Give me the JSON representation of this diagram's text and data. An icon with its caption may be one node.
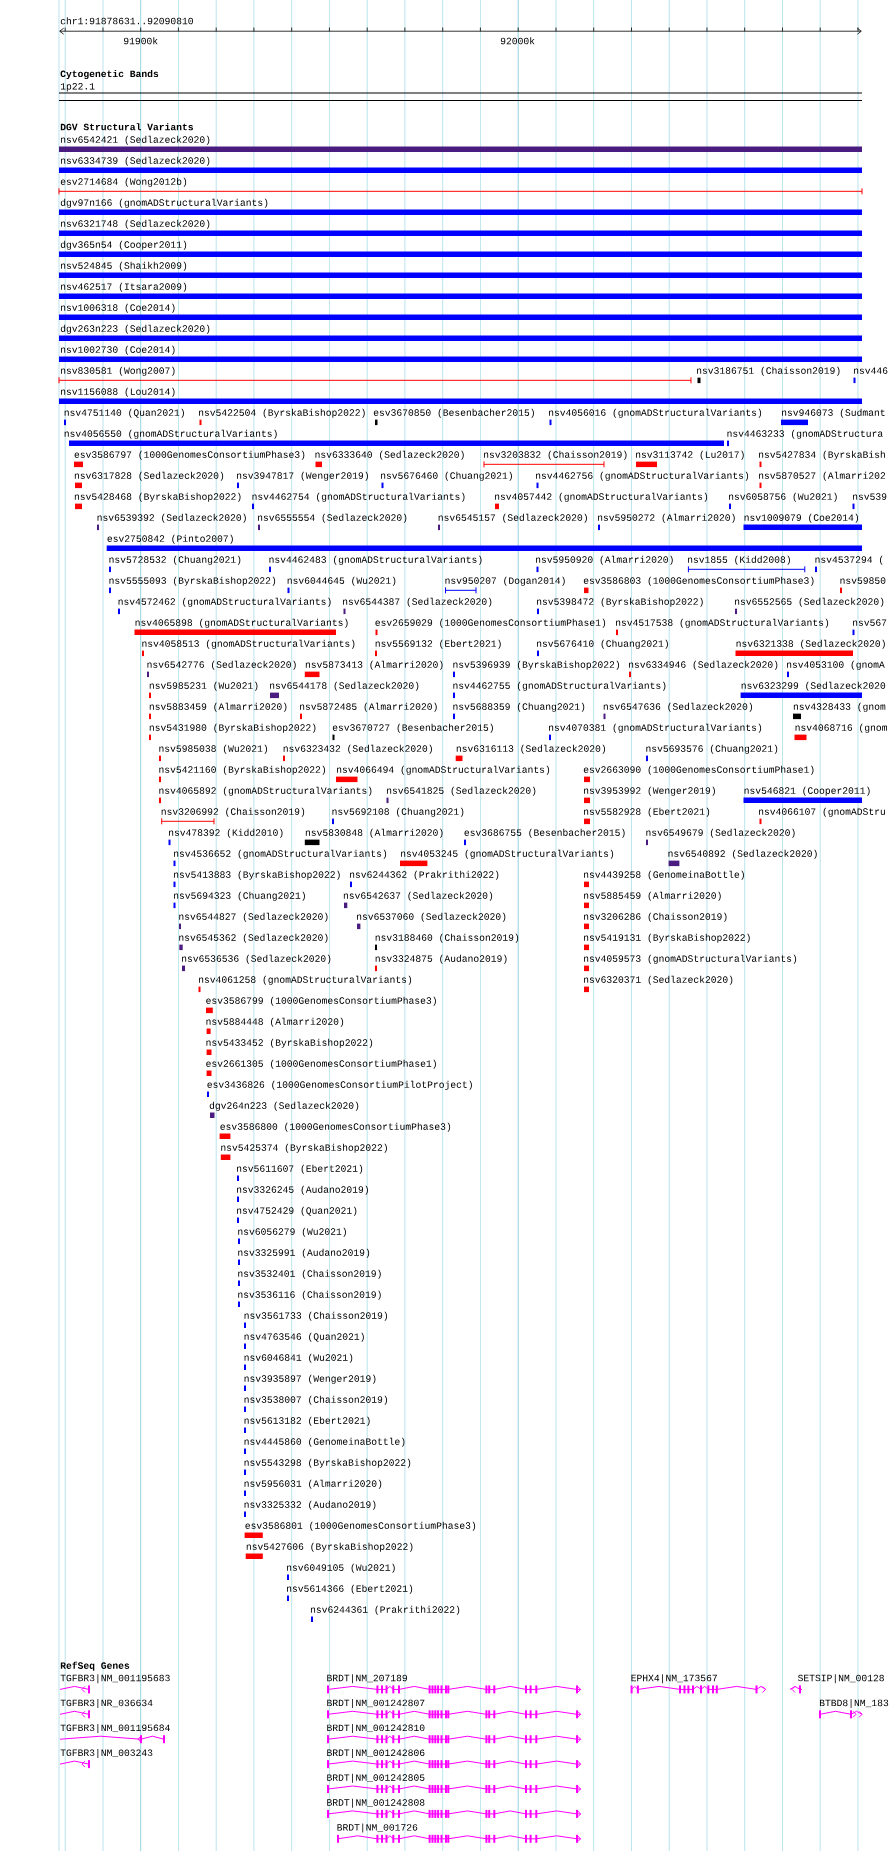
{
  "diagram": {
    "nodes": [
      {
        "text": [
          "nsv6542421 (Sedlazeck2020)"
        ]
      },
      {
        "text": [
          "nsv6334739 (Sedlazeck2020)"
        ]
      },
      {
        "text": [
          "esv2714684 (Wong2012b)"
        ]
      },
      {
        "text": [
          "dgv97n166 (gnomADStructuralVariants)"
        ]
      },
      {
        "text": [
          "nsv6321748 (Sedlazeck2020)"
        ]
      },
      {
        "text": [
          "dgv365n54 (Cooper2011)"
        ]
      },
      {
        "text": [
          "nsv524845 (Shaikh2009)"
        ]
      },
      {
        "text": [
          "nsv462517 (Itsara2009)"
        ]
      },
      {
        "text": [
          "nsv1006318 (Coe2014)"
        ]
      },
      {
        "text": [
          "dgv263n223 (Sedlazeck2020)"
        ]
      },
      {
        "text": [
          "nsv1002730 (Coe2014)"
        ]
      },
      {
        "text": [
          "nsv830581 (Wong2007)"
        ]
      },
      {
        "text": [
          "nsv3186751 (Chaisson2019)"
        ]
      },
      {
        "text": [
          "nsv446"
        ]
      },
      {
        "text": [
          "nsv1156088 (Lou2014)"
        ]
      },
      {
        "text": [
          "nsv4751140 (Quan2021)"
        ]
      },
      {
        "text": [
          "nsv5422504 (ByrskaBishop2022)"
        ]
      },
      {
        "text": [
          "esv3670850 (Besenbacher2015)"
        ]
      },
      {
        "text": [
          "nsv4056016 (gnomADStructuralVariants)"
        ]
      },
      {
        "text": [
          "nsv946073 (Sudmant"
        ]
      },
      {
        "text": [
          "nsv4056550 (gnomADStructuralVariants)"
        ]
      },
      {
        "text": [
          "nsv4463233 (gnomADStructura"
        ]
      },
      {
        "text": [
          "esv3586797 (1000GenomesConsortiumPhase3)"
        ]
      },
      {
        "text": [
          "nsv6333640 (Sedlazeck2020)"
        ]
      },
      {
        "text": [
          "nsv3203832 (Chaisson2019)"
        ]
      },
      {
        "text": [
          "nsv3113742 (Lu2017)"
        ]
      },
      {
        "text": [
          "nsv5427834 (ByrskaBish"
        ]
      },
      {
        "text": [
          "nsv6317828 (Sedlazeck2020)"
        ]
      },
      {
        "text": [
          "nsv3947817 (Wenger2019)"
        ]
      },
      {
        "text": [
          "nsv5676460 (Chuang2021)"
        ]
      },
      {
        "text": [
          "nsv4462756 (gnomADStructuralVariants)"
        ]
      },
      {
        "text": [
          "nsv5870527 (Almarri202"
        ]
      },
      {
        "text": [
          "nsv5428468 (ByrskaBishop2022)"
        ]
      },
      {
        "text": [
          "nsv4462754 (gnomADStructuralVariants)"
        ]
      },
      {
        "text": [
          "nsv4057442 (gnomADStructuralVariants)"
        ]
      },
      {
        "text": [
          "nsv6058756 (Wu2021)"
        ]
      },
      {
        "text": [
          "nsv539"
        ]
      },
      {
        "text": [
          "nsv6539392 (Sedlazeck2020)"
        ]
      },
      {
        "text": [
          "nsv6555554 (Sedlazeck2020)"
        ]
      },
      {
        "text": [
          "nsv6545157 (Sedlazeck2020)"
        ]
      },
      {
        "text": [
          "nsv5950272 (Almarri2020)"
        ]
      },
      {
        "text": [
          "nsv1009079 (Coe2014)"
        ]
      },
      {
        "text": [
          "esv2750842 (Pinto2007)"
        ]
      },
      {
        "text": [
          "nsv5728532 (Chuang2021)"
        ]
      },
      {
        "text": [
          "nsv4462483 (gnomADStructuralVariants)"
        ]
      },
      {
        "text": [
          "nsv5950920 (Almarri2020)"
        ]
      },
      {
        "text": [
          "nsv1855 (Kidd2008)"
        ]
      },
      {
        "text": [
          "nsv4537294 ("
        ]
      },
      {
        "text": [
          "nsv5555093 (ByrskaBishop2022)"
        ]
      },
      {
        "text": [
          "nsv6044645 (Wu2021)"
        ]
      },
      {
        "text": [
          "nsv950207 (Dogan2014)"
        ]
      },
      {
        "text": [
          "esv3586803 (1000GenomesConsortiumPhase3)"
        ]
      },
      {
        "text": [
          "nsv59850"
        ]
      },
      {
        "text": [
          "nsv4572462 (gnomADStructuralVariants)"
        ]
      },
      {
        "text": [
          "nsv6544387 (Sedlazeck2020)"
        ]
      },
      {
        "text": [
          "nsv5398472 (ByrskaBishop2022)"
        ]
      },
      {
        "text": [
          "nsv6552565 (Sedlazeck2020)"
        ]
      },
      {
        "text": [
          "nsv4065898 (gnomADStructuralVariants)"
        ]
      },
      {
        "text": [
          "esv2659029 (1000GenomesConsortiumPhase1)"
        ]
      },
      {
        "text": [
          "nsv4517538 (gnomADStructuralVariants)"
        ]
      },
      {
        "text": [
          "nsv567"
        ]
      },
      {
        "text": [
          "nsv4058513 (gnomADStructuralVariants)"
        ]
      },
      {
        "text": [
          "nsv5569132 (Ebert2021)"
        ]
      },
      {
        "text": [
          "nsv5676410 (Chuang2021)"
        ]
      },
      {
        "text": [
          "nsv6321338 (Sedlazeck2020)"
        ]
      },
      {
        "text": [
          "nsv6542776 (Sedlazeck2020)"
        ]
      },
      {
        "text": [
          "nsv5873413 (Almarri2020)"
        ]
      },
      {
        "text": [
          "nsv5396939 (ByrskaBishop2022)"
        ]
      },
      {
        "text": [
          "nsv6334946 (Sedlazeck2020)"
        ]
      },
      {
        "text": [
          "nsv4053100 (gnomA"
        ]
      },
      {
        "text": [
          "nsv5985231 (Wu2021)"
        ]
      },
      {
        "text": [
          "nsv6544178 (Sedlazeck2020)"
        ]
      },
      {
        "text": [
          "nsv4462755 (gnomADStructuralVariants)"
        ]
      },
      {
        "text": [
          "nsv6323299 (Sedlazeck2020"
        ]
      },
      {
        "text": [
          "nsv5883459 (Almarri2020)"
        ]
      },
      {
        "text": [
          "nsv5872485 (Almarri2020)"
        ]
      },
      {
        "text": [
          "nsv5688359 (Chuang2021)"
        ]
      },
      {
        "text": [
          "nsv6547636 (Sedlazeck2020)"
        ]
      },
      {
        "text": [
          "nsv4328433 (gnom"
        ]
      },
      {
        "text": [
          "nsv5431980 (ByrskaBishop2022)"
        ]
      },
      {
        "text": [
          "esv3670727 (Besenbacher2015)"
        ]
      },
      {
        "text": [
          "nsv4070381 (gnomADStructuralVariants)"
        ]
      },
      {
        "text": [
          "nsv4068716 (gnom"
        ]
      },
      {
        "text": [
          "nsv5985038 (Wu2021)"
        ]
      },
      {
        "text": [
          "nsv6323432 (Sedlazeck2020)"
        ]
      },
      {
        "text": [
          "nsv6316113 (Sedlazeck2020)"
        ]
      },
      {
        "text": [
          "nsv5693576 (Chuang2021)"
        ]
      },
      {
        "text": [
          "nsv5421160 (ByrskaBishop2022)"
        ]
      },
      {
        "text": [
          "nsv4066494 (gnomADStructuralVariants)"
        ]
      },
      {
        "text": [
          "esv2663090 (1000GenomesConsortiumPhase1)"
        ]
      },
      {
        "text": [
          "nsv4065892 (gnomADStructuralVariants)"
        ]
      },
      {
        "text": [
          "nsv6541825 (Sedlazeck2020)"
        ]
      },
      {
        "text": [
          "nsv3953992 (Wenger2019)"
        ]
      },
      {
        "text": [
          "nsv546821 (Cooper2011)"
        ]
      },
      {
        "text": [
          "nsv3206992 (Chaisson2019)"
        ]
      },
      {
        "text": [
          "nsv5692108 (Chuang2021)"
        ]
      },
      {
        "text": [
          "nsv5582928 (Ebert2021)"
        ]
      },
      {
        "text": [
          "nsv4066107 (gnomADStru"
        ]
      },
      {
        "text": [
          "nsv478392 (Kidd2010)"
        ]
      },
      {
        "text": [
          "nsv5830848 (Almarri2020)"
        ]
      },
      {
        "text": [
          "esv3686755 (Besenbacher2015)"
        ]
      },
      {
        "text": [
          "nsv6549679 (Sedlazeck2020)"
        ]
      },
      {
        "text": [
          "nsv4536652 (gnomADStructuralVariants)"
        ]
      },
      {
        "text": [
          "nsv4053245 (gnomADStructuralVariants)"
        ]
      },
      {
        "text": [
          "nsv6540892 (Sedlazeck2020)"
        ]
      },
      {
        "text": [
          "nsv5413883 (ByrskaBishop2022)"
        ]
      },
      {
        "text": [
          "nsv6244362 (Prakrithi2022)"
        ]
      },
      {
        "text": [
          "nsv4439258 (GenomeinaBottle)"
        ]
      },
      {
        "text": [
          "nsv5694323 (Chuang2021)"
        ]
      },
      {
        "text": [
          "nsv6542637 (Sedlazeck2020)"
        ]
      },
      {
        "text": [
          "nsv5885459 (Almarri2020)"
        ]
      },
      {
        "text": [
          "nsv6544827 (Sedlazeck2020)"
        ]
      },
      {
        "text": [
          "nsv6537060 (Sedlazeck2020)"
        ]
      },
      {
        "text": [
          "nsv3206286 (Chaisson2019)"
        ]
      },
      {
        "text": [
          "nsv6545362 (Sedlazeck2020)"
        ]
      },
      {
        "text": [
          "nsv3188460 (Chaisson2019)"
        ]
      },
      {
        "text": [
          "nsv5419131 (ByrskaBishop2022)"
        ]
      },
      {
        "text": [
          "nsv6536536 (Sedlazeck2020)"
        ]
      },
      {
        "text": [
          "nsv3324875 (Audano2019)"
        ]
      },
      {
        "text": [
          "nsv4059573 (gnomADStructuralVariants)"
        ]
      },
      {
        "text": [
          "nsv4061258 (gnomADStructuralVariants)"
        ]
      },
      {
        "text": [
          "nsv6320371 (Sedlazeck2020)"
        ]
      },
      {
        "text": [
          "esv3586799 (1000GenomesConsortiumPhase3)"
        ]
      },
      {
        "text": [
          "nsv5884448 (Almarri2020)"
        ]
      },
      {
        "text": [
          "nsv5433452 (ByrskaBishop2022)"
        ]
      },
      {
        "text": [
          "esv2661305 (1000GenomesConsortiumPhase1)"
        ]
      },
      {
        "text": [
          "esv3436826 (1000GenomesConsortiumPilotProject)"
        ]
      },
      {
        "text": [
          "dgv264n223 (Sedlazeck2020)"
        ]
      },
      {
        "text": [
          "esv3586800 (1000GenomesConsortiumPhase3)"
        ]
      },
      {
        "text": [
          "nsv5425374 (ByrskaBishop2022)"
        ]
      },
      {
        "text": [
          "nsv5611607 (Ebert2021)"
        ]
      },
      {
        "text": [
          "nsv3326245 (Audano2019)"
        ]
      },
      {
        "text": [
          "nsv4752429 (Quan2021)"
        ]
      },
      {
        "text": [
          "nsv6056279 (Wu2021)"
        ]
      },
      {
        "text": [
          "nsv3325991 (Audano2019)"
        ]
      },
      {
        "text": [
          "nsv3532401 (Chaisson2019)"
        ]
      },
      {
        "text": [
          "nsv3536116 (Chaisson2019)"
        ]
      },
      {
        "text": [
          "nsv3561733 (Chaisson2019)"
        ]
      },
      {
        "text": [
          "nsv4763546 (Quan2021)"
        ]
      },
      {
        "text": [
          "nsv6046841 (Wu2021)"
        ]
      },
      {
        "text": [
          "nsv3935897 (Wenger2019)"
        ]
      },
      {
        "text": [
          "nsv3538007 (Chaisson2019)"
        ]
      },
      {
        "text": [
          "nsv5613182 (Ebert2021)"
        ]
      },
      {
        "text": [
          "nsv4445860 (GenomeinaBottle)"
        ]
      },
      {
        "text": [
          "nsv5543298 (ByrskaBishop2022)"
        ]
      },
      {
        "text": [
          "nsv5956031 (Almarri2020)"
        ]
      },
      {
        "text": [
          "nsv3325332 (Audano2019)"
        ]
      },
      {
        "text": [
          "esv3586801 (1000GenomesConsortiumPhase3)"
        ]
      },
      {
        "text": [
          "nsv5427606 (ByrskaBishop2022)"
        ]
      },
      {
        "text": [
          "nsv6049105 (Wu2021)"
        ]
      },
      {
        "text": [
          "nsv5614366 (Ebert2021)"
        ]
      },
      {
        "text": [
          "nsv6244361 (Prakrithi2022)"
        ]
      },
      {
        "text": [
          "TGFBR3|NM_001195683"
        ]
      },
      {
        "text": [
          "BRDT|NM_207189"
        ]
      },
      {
        "text": [
          "EPHX4|NM_173567"
        ]
      },
      {
        "text": [
          "SETSIP|NM_00128"
        ]
      },
      {
        "text": [
          "TGFBR3|NR_036634"
        ]
      },
      {
        "text": [
          "BRDT|NM_001242807"
        ]
      },
      {
        "text": [
          "BTBD8|NM_183"
        ]
      },
      {
        "text": [
          "TGFBR3|NM_001195684"
        ]
      },
      {
        "text": [
          "BRDT|NM_001242810"
        ]
      },
      {
        "text": [
          "TGFBR3|NM_003243"
        ]
      },
      {
        "text": [
          "BRDT|NM_001242806"
        ]
      },
      {
        "text": [
          "BRDT|NM_001242805"
        ]
      },
      {
        "text": [
          "BRDT|NM_001242808"
        ]
      },
      {
        "text": [
          "BRDT|NM_001726"
        ]
      }
    ],
    "labels": [
      "chr1:91878631..92090810",
      "91900k",
      "92000k",
      "Cytogenetic Bands",
      "1p22.1",
      "DGV Structural Variants",
      "RefSeq Genes"
    ]
  }
}
